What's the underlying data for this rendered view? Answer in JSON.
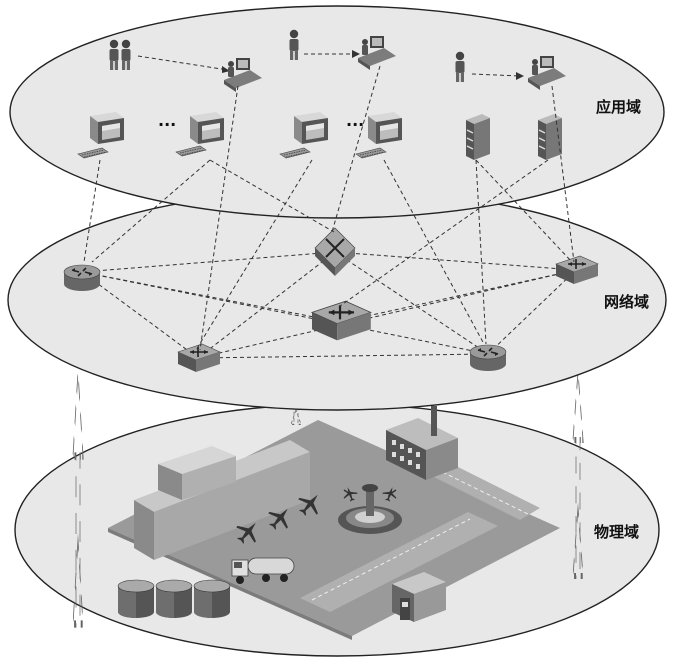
{
  "layers": {
    "application": {
      "label": "应用域"
    },
    "network": {
      "label": "网络域"
    },
    "physical": {
      "label": "物理域"
    }
  },
  "ellipsis_marks": [
    "···",
    "···"
  ],
  "colors": {
    "ellipse_fill": "#e8e8e8",
    "ellipse_stroke": "#222222",
    "ground": "#9a9a9a",
    "ground_dark": "#7c7c7c",
    "device_dark": "#555555",
    "device_mid": "#8a8a8a",
    "device_light": "#c9c9c9",
    "dash": "#333333"
  },
  "icons": [
    "user-icon",
    "workstation-icon",
    "computer-icon",
    "keyboard-icon",
    "server-icon",
    "router-icon",
    "switch-icon",
    "building-icon",
    "airplane-icon",
    "control-tower-icon",
    "tanker-truck-icon",
    "fuel-tank-icon",
    "fuel-pump-icon",
    "double-arrow-icon"
  ]
}
